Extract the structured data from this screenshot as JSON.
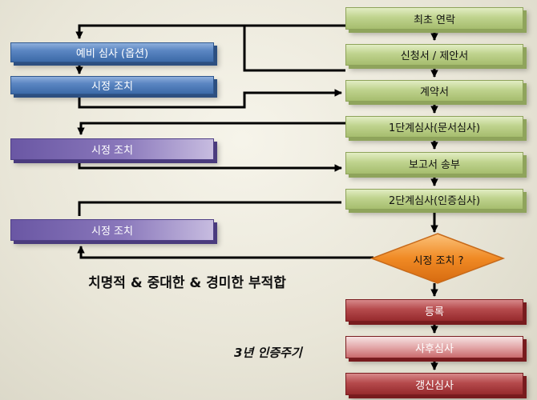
{
  "flow": {
    "main": [
      "최초 연락",
      "신청서 / 제안서",
      "계약서",
      "1단계심사(문서심사)",
      "보고서 송부",
      "2단계심사(인증심사)"
    ],
    "decision": "시정 조치 ?",
    "post": [
      "등록",
      "사후심사",
      "갱신심사"
    ]
  },
  "side": {
    "preliminary": "예비 심사 (옵션)",
    "corrective_1": "시정 조치",
    "corrective_2": "시정 조치",
    "corrective_3": "시정 조치"
  },
  "labels": {
    "nonconformity": "치명적 & 중대한 & 경미한 부적합",
    "cycle": "3년 인증주기"
  },
  "colors": {
    "main_steps": "#b5ca80",
    "preliminary": "#4a76b4",
    "corrective_purple": "#7a67b0",
    "decision": "#f08a24",
    "registration": "#a83a3d"
  }
}
